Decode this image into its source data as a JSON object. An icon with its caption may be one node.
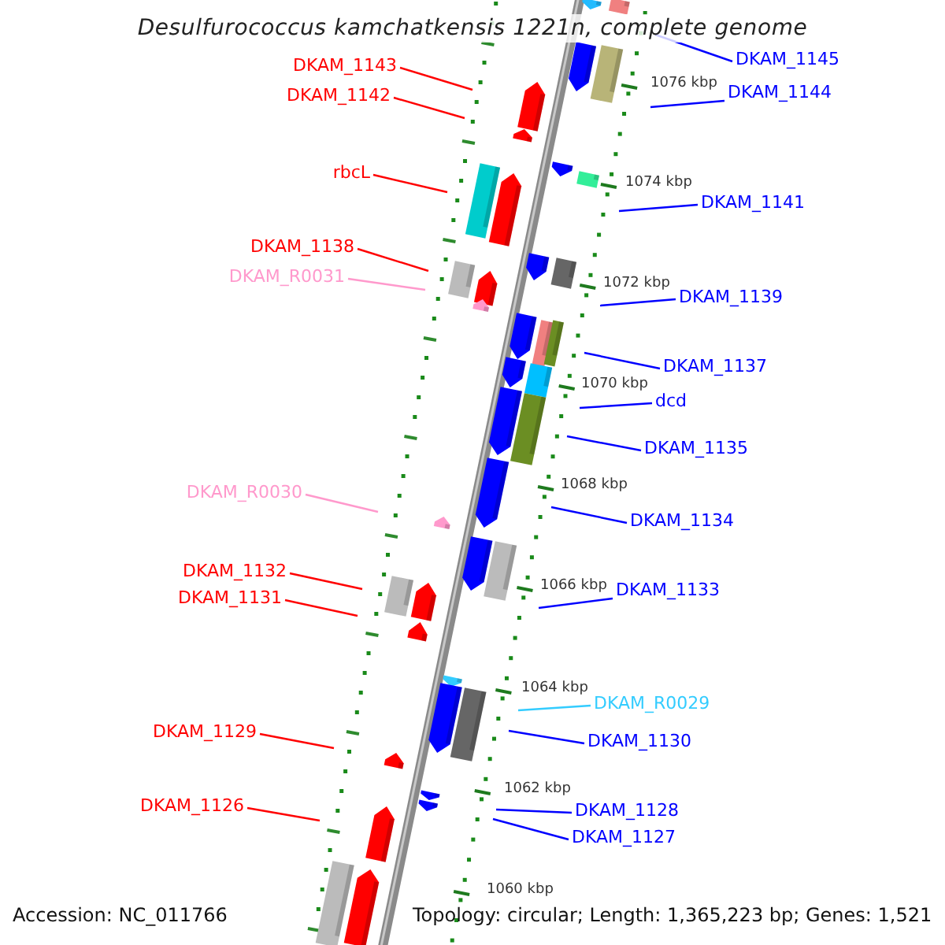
{
  "diagram": {
    "title": "Desulfurococcus kamchatkensis 1221n, complete genome",
    "nodes": [
      {
        "text": [
          "DKAM_1145"
        ]
      },
      {
        "text": [
          "DKAM_1143"
        ]
      },
      {
        "text": [
          "DKAM_1144"
        ]
      },
      {
        "text": [
          "DKAM_1142"
        ]
      },
      {
        "text": [
          "rbcL"
        ]
      },
      {
        "text": [
          "DKAM_1141"
        ]
      },
      {
        "text": [
          "DKAM_1138"
        ]
      },
      {
        "text": [
          "DKAM_R0031"
        ]
      },
      {
        "text": [
          "DKAM_1139"
        ]
      },
      {
        "text": [
          "DKAM_1137"
        ]
      },
      {
        "text": [
          "dcd"
        ]
      },
      {
        "text": [
          "DKAM_1135"
        ]
      },
      {
        "text": [
          "DKAM_R0030"
        ]
      },
      {
        "text": [
          "DKAM_1134"
        ]
      },
      {
        "text": [
          "DKAM_1132"
        ]
      },
      {
        "text": [
          "DKAM_1133"
        ]
      },
      {
        "text": [
          "DKAM_1131"
        ]
      },
      {
        "text": [
          "DKAM_R0029"
        ]
      },
      {
        "text": [
          "DKAM_1129"
        ]
      },
      {
        "text": [
          "DKAM_1130"
        ]
      },
      {
        "text": [
          "DKAM_1126"
        ]
      },
      {
        "text": [
          "DKAM_1128"
        ]
      },
      {
        "text": [
          "DKAM_1127"
        ]
      }
    ],
    "edges": [
      {
        "from": 0,
        "to": null,
        "arrow": "none"
      },
      {
        "from": 1,
        "to": null,
        "arrow": "none",
        "color": "#ff0000"
      },
      {
        "from": 2,
        "to": null,
        "arrow": "none"
      },
      {
        "from": 3,
        "to": null,
        "arrow": "none",
        "color": "#ff0000"
      },
      {
        "from": 4,
        "to": null,
        "arrow": "none",
        "color": "#ff0000"
      },
      {
        "from": 5,
        "to": null,
        "arrow": "none"
      },
      {
        "from": 6,
        "to": null,
        "arrow": "none",
        "color": "#ff0000"
      },
      {
        "from": 7,
        "to": null,
        "arrow": "none",
        "color": "#ff99cc"
      },
      {
        "from": 8,
        "to": null,
        "arrow": "none"
      },
      {
        "from": 9,
        "to": null,
        "arrow": "none"
      },
      {
        "from": 10,
        "to": null,
        "arrow": "none"
      },
      {
        "from": 11,
        "to": null,
        "arrow": "none"
      },
      {
        "from": 12,
        "to": null,
        "arrow": "none",
        "color": "#ff99cc"
      },
      {
        "from": 13,
        "to": null,
        "arrow": "none"
      },
      {
        "from": 14,
        "to": null,
        "arrow": "none",
        "color": "#ff0000"
      },
      {
        "from": 15,
        "to": null,
        "arrow": "none"
      },
      {
        "from": 16,
        "to": null,
        "arrow": "none",
        "color": "#ff0000"
      },
      {
        "from": 17,
        "to": null,
        "arrow": "none",
        "color": "#33ccff"
      },
      {
        "from": 18,
        "to": null,
        "arrow": "none",
        "color": "#ff0000"
      },
      {
        "from": 19,
        "to": null,
        "arrow": "none"
      },
      {
        "from": 20,
        "to": null,
        "arrow": "none",
        "color": "#ff0000"
      },
      {
        "from": 21,
        "to": null,
        "arrow": "none"
      },
      {
        "from": 22,
        "to": null,
        "arrow": "none"
      }
    ],
    "labels": [
      "1076 kbp",
      "1074 kbp",
      "1072 kbp",
      "1070 kbp",
      "1068 kbp",
      "1066 kbp",
      "1064 kbp",
      "1062 kbp",
      "1060 kbp",
      "Accession: NC_011766",
      "Topology: circular; Length: 1,365,223 bp; Genes: 1,521"
    ]
  }
}
